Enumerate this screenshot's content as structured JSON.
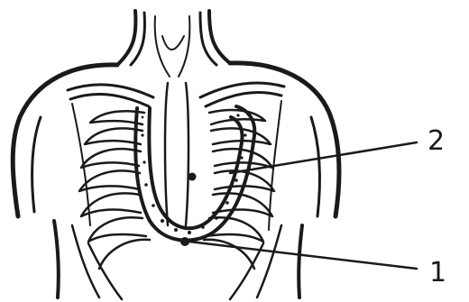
{
  "labels": [
    {
      "id": "label-1",
      "text": "1"
    },
    {
      "id": "label-2",
      "text": "2"
    }
  ]
}
